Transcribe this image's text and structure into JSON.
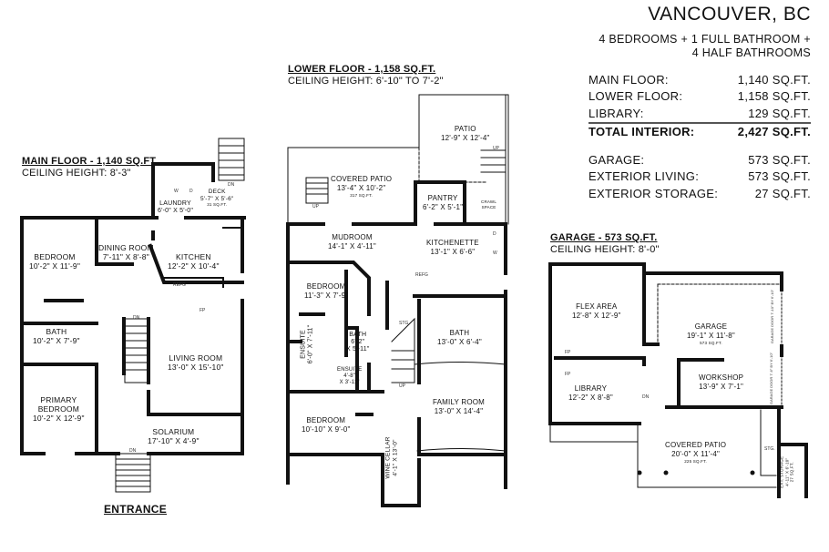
{
  "header": {
    "city": "VANCOUVER, BC",
    "summary_line1": "4 BEDROOMS + 1 FULL BATHROOM +",
    "summary_line2": "4 HALF BATHROOMS"
  },
  "areas": {
    "interior": [
      {
        "label": "MAIN FLOOR:",
        "value": "1,140 SQ.FT."
      },
      {
        "label": "LOWER FLOOR:",
        "value": "1,158 SQ.FT."
      },
      {
        "label": "LIBRARY:",
        "value": "129 SQ.FT."
      }
    ],
    "total": {
      "label": "TOTAL INTERIOR:",
      "value": "2,427 SQ.FT."
    },
    "exterior": [
      {
        "label": "GARAGE:",
        "value": "573 SQ.FT."
      },
      {
        "label": "EXTERIOR LIVING:",
        "value": "573 SQ.FT."
      },
      {
        "label": "EXTERIOR STORAGE:",
        "value": "27 SQ.FT."
      }
    ]
  },
  "main_floor": {
    "title": "MAIN FLOOR - 1,140 SQ.FT.",
    "ceiling": "CEILING HEIGHT: 8'-3\"",
    "entrance": "ENTRANCE",
    "rooms": [
      {
        "name": "BEDROOM",
        "dims": "10'-2\" X 11'-9\""
      },
      {
        "name": "DINING ROOM",
        "dims": "7'-11\" X 8'-8\""
      },
      {
        "name": "KITCHEN",
        "dims": "12'-2\" X 10'-4\""
      },
      {
        "name": "LAUNDRY",
        "dims": "6'-0\" X 5'-0\""
      },
      {
        "name": "DECK",
        "dims": "5'-7\" X 5'-6\"",
        "area": "31 SQ.FT."
      },
      {
        "name": "BATH",
        "dims": "10'-2\" X 7'-9\""
      },
      {
        "name": "LIVING ROOM",
        "dims": "13'-0\" X 15'-10\""
      },
      {
        "name": "PRIMARY",
        "name2": "BEDROOM",
        "dims": "10'-2\" X 12'-9\""
      },
      {
        "name": "SOLARIUM",
        "dims": "17'-10\" X 4'-9\""
      }
    ],
    "labels": {
      "dn": "DN",
      "refg": "REFG",
      "fp": "FP",
      "w": "W",
      "d": "D"
    }
  },
  "lower_floor": {
    "title": "LOWER FLOOR - 1,158 SQ.FT.",
    "ceiling": "CEILING HEIGHT: 6'-10\" TO 7'-2\"",
    "rooms": [
      {
        "name": "PATIO",
        "dims": "12'-9\" X 12'-4\""
      },
      {
        "name": "COVERED PATIO",
        "dims": "13'-4\" X 10'-2\"",
        "area": "317 SQ.FT."
      },
      {
        "name": "PANTRY",
        "dims": "6'-2\" X 5'-1\""
      },
      {
        "name": "CRAWL",
        "name2": "SPACE"
      },
      {
        "name": "MUDROOM",
        "dims": "14'-1\" X 4'-11\""
      },
      {
        "name": "KITCHENETTE",
        "dims": "13'-1\" X 6'-6\""
      },
      {
        "name": "BEDROOM",
        "dims": "11'-3\" X 7'-9\""
      },
      {
        "name": "ENSUITE",
        "dims": "6'-0\" X 7'-11\""
      },
      {
        "name": "BATH",
        "dims1": "6'-2\"",
        "dims2": "X 5'-11\""
      },
      {
        "name": "ENSUITE",
        "dims1": "4'-8\"",
        "dims2": "X 3'-11\""
      },
      {
        "name": "BATH",
        "dims": "13'-0\" X 6'-4\""
      },
      {
        "name": "FAMILY ROOM",
        "dims": "13'-0\" X 14'-4\""
      },
      {
        "name": "BEDROOM",
        "dims": "10'-10\" X 9'-0\""
      },
      {
        "name": "WINE CELLAR",
        "dims": "4'-1\" X 13'-0\""
      }
    ],
    "labels": {
      "up": "UP",
      "stg": "STG.",
      "refg": "REFG",
      "w": "W",
      "d": "D"
    }
  },
  "garage": {
    "title": "GARAGE - 573 SQ.FT.",
    "ceiling": "CEILING HEIGHT: 8'-0\"",
    "rooms": [
      {
        "name": "FLEX AREA",
        "dims": "12'-8\" X 12'-9\""
      },
      {
        "name": "GARAGE",
        "dims": "19'-1\" X 11'-8\"",
        "area": "573 SQ.FT."
      },
      {
        "name": "LIBRARY",
        "dims": "12'-2\" X 8'-8\""
      },
      {
        "name": "WORKSHOP",
        "dims": "13'-9\" X 7'-1\""
      },
      {
        "name": "COVERED PATIO",
        "dims": "20'-0\" X 11'-4\"",
        "area": "225 SQ.FT."
      },
      {
        "name": "EXT. STORAGE",
        "dims": "4'-11\" X 6'-10\"",
        "area": "27 SQ.FT."
      }
    ],
    "labels": {
      "garage_door1": "GARAGE DOOR 7'-10\" BY 6'-10\"",
      "garage_door2": "GARAGE DOOR 7'-6\" BY 6'-10\"",
      "fp": "FP",
      "dn": "DN",
      "stg": "STG."
    }
  }
}
